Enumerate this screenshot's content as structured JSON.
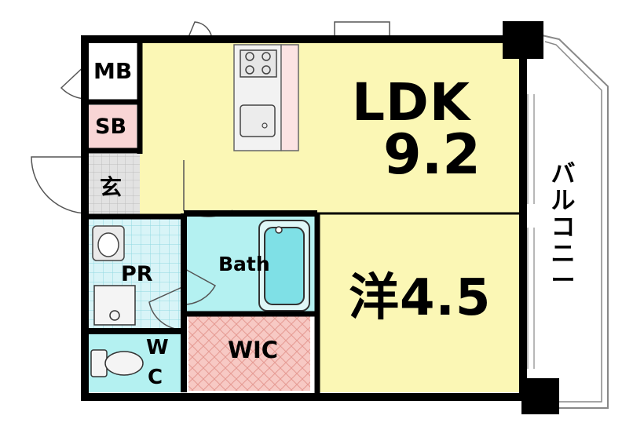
{
  "rooms": {
    "mb": "MB",
    "sb": "SB",
    "genkan": "玄",
    "ldk": "LDK",
    "ldk_size": "9.2",
    "bath": "Bath",
    "pr": "PR",
    "bedroom": "洋4.5",
    "wic": "WIC",
    "wc_w": "W",
    "wc_c": "C",
    "balcony": "バルコニー"
  },
  "colors": {
    "ldk": "#fbf7b5",
    "bedroom": "#fbf7b5",
    "bath": "#b4f1f1",
    "pr": "#d8f4f7",
    "wc": "#b4f1f1",
    "wic": "#f7c9c4",
    "sb": "#f8d5d5",
    "kitchen_counter": "#fce3e3",
    "genkan": "#e2e2e2",
    "wall": "#000000"
  }
}
